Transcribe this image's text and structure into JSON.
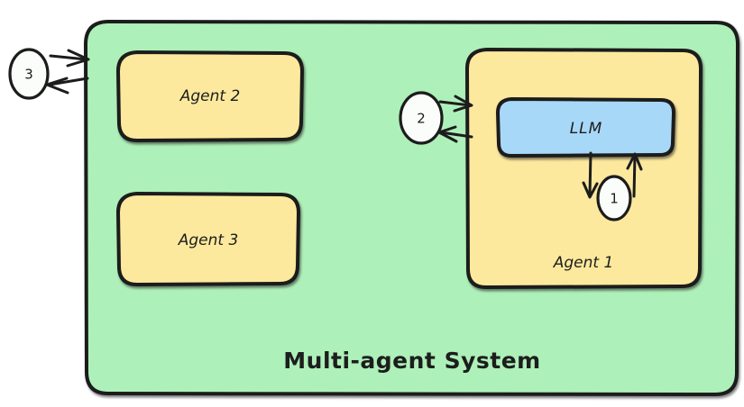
{
  "diagram": {
    "title": "Multi-agent System",
    "colors": {
      "system_fill": "#aef0b9",
      "agent_fill": "#fce99d",
      "llm_fill": "#a8d8f8",
      "badge_fill": "#ffffff",
      "stroke": "#1c1c1c",
      "text": "#1d1d1d",
      "canvas": "#ffffff"
    },
    "system": {
      "name": "Multi-agent System",
      "label": "Multi-agent System"
    },
    "agents": [
      {
        "id": "agent-2",
        "label": "Agent 2"
      },
      {
        "id": "agent-3",
        "label": "Agent 3"
      },
      {
        "id": "agent-1",
        "label": "Agent 1"
      }
    ],
    "components": [
      {
        "id": "llm",
        "label": "LLM",
        "parent": "agent-1"
      }
    ],
    "interaction_badges": [
      {
        "id": "badge-1",
        "label": "1",
        "scope": "agent-1-internal-llm-loop"
      },
      {
        "id": "badge-2",
        "label": "2",
        "scope": "agent-1-external-boundary"
      },
      {
        "id": "badge-3",
        "label": "3",
        "scope": "multi-agent-system-boundary"
      }
    ],
    "arrow_pairs": [
      {
        "id": "arrows-badge-3",
        "direction": "bidirectional",
        "from": "badge-3",
        "to": "system"
      },
      {
        "id": "arrows-badge-2",
        "direction": "bidirectional",
        "from": "badge-2",
        "to": "agent-1"
      },
      {
        "id": "arrows-badge-1",
        "direction": "bidirectional",
        "from": "llm",
        "to": "agent-1"
      }
    ]
  }
}
